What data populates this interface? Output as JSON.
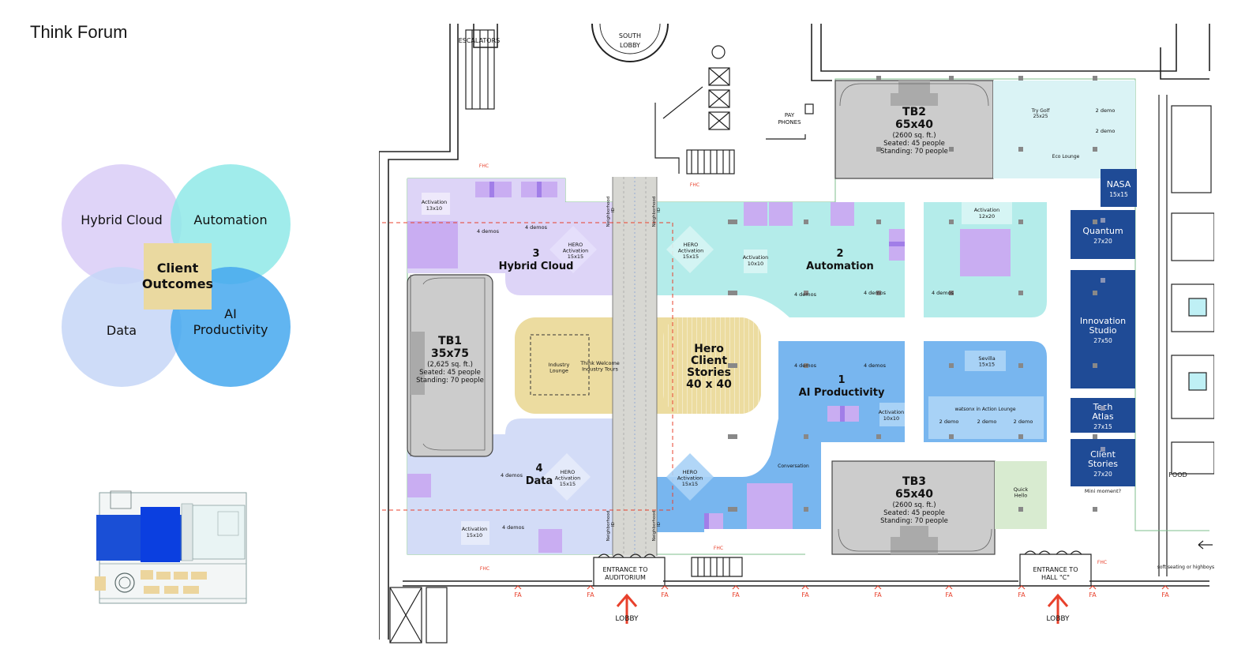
{
  "page": {
    "title": "Think Forum"
  },
  "venn": {
    "circles": [
      {
        "key": "hybrid",
        "label": [
          "Hybrid Cloud"
        ],
        "color": "#d9ccf7"
      },
      {
        "key": "automation",
        "label": [
          "Automation"
        ],
        "color": "#8fe9e7"
      },
      {
        "key": "data",
        "label": [
          "Data"
        ],
        "color": "#c5d6f7"
      },
      {
        "key": "ai",
        "label": [
          "AI",
          "Productivity"
        ],
        "color": "#45a8ee"
      }
    ],
    "center": {
      "label": [
        "Client",
        "Outcomes"
      ],
      "color": "#ead9a0"
    }
  },
  "map": {
    "colors": {
      "hybrid": "#ddd4f7",
      "automation": "#b4ecea",
      "ai": "#78b6ef",
      "data": "#d3dcf7",
      "theater": "#cccccc",
      "hero": "#ecdca0",
      "walkway": "#d7d7d2",
      "sidebar": "#1f4b96",
      "lounge": "#daf3f5",
      "quick": "#d8ebd0",
      "activation": "#c9adf2",
      "fire": "#e8412c"
    },
    "theaters": [
      {
        "key": "tb1",
        "name": "TB1",
        "size": "35x75",
        "area": "(2,625 sq. ft.)",
        "seated": "Seated: 45 people",
        "standing": "Standing: 70 people"
      },
      {
        "key": "tb2",
        "name": "TB2",
        "size": "65x40",
        "area": "(2600 sq. ft.)",
        "seated": "Seated: 45 people",
        "standing": "Standing: 70 people"
      },
      {
        "key": "tb3",
        "name": "TB3",
        "size": "65x40",
        "area": "(2600 sq. ft.)",
        "seated": "Seated: 45 people",
        "standing": "Standing: 70 people"
      }
    ],
    "zones": {
      "hybrid": {
        "number": "3",
        "name": "Hybrid Cloud"
      },
      "automation": {
        "number": "2",
        "name": "Automation"
      },
      "ai": {
        "number": "1",
        "name": "AI Productivity"
      },
      "data": {
        "number": "4",
        "name": "Data"
      }
    },
    "hero": {
      "lines": [
        "Hero",
        "Client",
        "Stories",
        "40 x 40"
      ]
    },
    "sidebar": [
      {
        "key": "nasa",
        "lines": [
          "NASA"
        ],
        "size": "15x15"
      },
      {
        "key": "quantum",
        "lines": [
          "Quantum"
        ],
        "size": "27x20"
      },
      {
        "key": "innovation",
        "lines": [
          "Innovation",
          "Studio"
        ],
        "size": "27x50"
      },
      {
        "key": "techatlas",
        "lines": [
          "Tech",
          "Atlas"
        ],
        "size": "27x15"
      },
      {
        "key": "clientstories",
        "lines": [
          "Client",
          "Stories"
        ],
        "size": "27x20"
      }
    ],
    "small_labels": {
      "escalators": "ESCALATORS",
      "south_lobby": [
        "SOUTH",
        "LOBBY"
      ],
      "pay_phones": [
        "PAY",
        "PHONES"
      ],
      "activation_13x10": [
        "Activation",
        "13x10"
      ],
      "activation_12x20": [
        "Activation",
        "12x20"
      ],
      "activation_10x10_a": [
        "Activation",
        "10x10"
      ],
      "activation_10x10_b": [
        "Activation",
        "10x10"
      ],
      "activation_15x10": [
        "Activation",
        "15x10"
      ],
      "hero_activation": [
        "HERO",
        "Activation",
        "15x15"
      ],
      "four_demos": "4 demos",
      "two_demo": "2 demo",
      "try_golf": [
        "Try Golf",
        "25x25"
      ],
      "eco_lounge": "Eco Lounge",
      "industry_lounge": [
        "Industry",
        "Lounge"
      ],
      "think_welcome": [
        "Think Welcome",
        "Industry Tours"
      ],
      "sevilla": [
        "Sevilla",
        "15x15"
      ],
      "watsonx_lounge": "watsonx in Action Lounge",
      "conversation": "Conversation",
      "quick_hello": [
        "Quick",
        "Hello"
      ],
      "mini_moment": "Mini moment?",
      "food": "FOOD",
      "soft_seating": "soft seating or highboys",
      "entrance_auditorium": [
        "ENTRANCE TO",
        "AUDITORIUM"
      ],
      "entrance_hall": [
        "ENTRANCE TO",
        "HALL \"C\""
      ],
      "lobby": "LOBBY",
      "fa": "FA",
      "fhc": "FHC",
      "neighborhood": "Neighborhood",
      "neighborhood_id": "ID"
    }
  }
}
